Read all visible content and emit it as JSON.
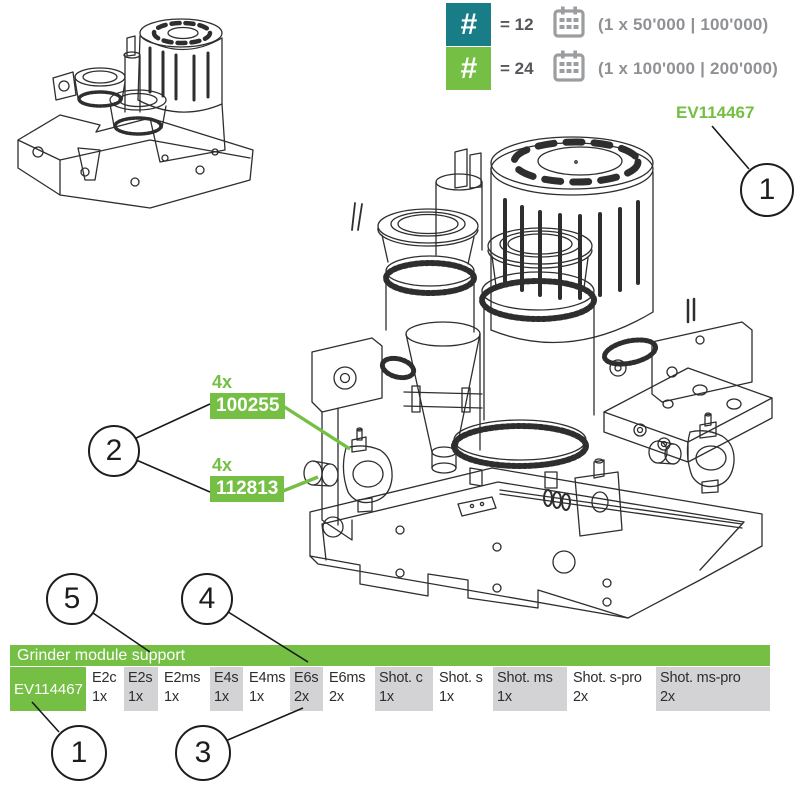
{
  "legend": {
    "rows": [
      {
        "symbol": "#",
        "equals": "= 12",
        "cycles": "(1 x 50'000 | 100'000)"
      },
      {
        "symbol": "#",
        "equals": "= 24",
        "cycles": "(1 x 100'000 | 200'000)"
      }
    ]
  },
  "ref": {
    "code": "EV114467"
  },
  "parts": {
    "a": {
      "qty": "4x",
      "code": "100255"
    },
    "b": {
      "qty": "4x",
      "code": "112813"
    }
  },
  "callouts": {
    "module": "1",
    "fasteners": "2",
    "quantity": "3",
    "variant": "4",
    "table_title": "5",
    "article_row": "1"
  },
  "table": {
    "title": "Grinder module support",
    "row_header": "EV114467",
    "columns": [
      {
        "name": "E2c",
        "qty": "1x"
      },
      {
        "name": "E2s",
        "qty": "1x"
      },
      {
        "name": "E2ms",
        "qty": "1x"
      },
      {
        "name": "E4s",
        "qty": "1x"
      },
      {
        "name": "E4ms",
        "qty": "1x"
      },
      {
        "name": "E6s",
        "qty": "2x"
      },
      {
        "name": "E6ms",
        "qty": "2x"
      },
      {
        "name": "Shot. c",
        "qty": "1x"
      },
      {
        "name": "Shot. s",
        "qty": "1x"
      },
      {
        "name": "Shot. ms",
        "qty": "1x"
      },
      {
        "name": "Shot. s-pro",
        "qty": "2x"
      },
      {
        "name": "Shot. ms-pro",
        "qty": "2x"
      }
    ]
  },
  "colors": {
    "accent_green": "#74bf44",
    "accent_teal": "#197d88",
    "cell_gray": "#d3d3d5",
    "line_art": "#2e2e2e"
  }
}
